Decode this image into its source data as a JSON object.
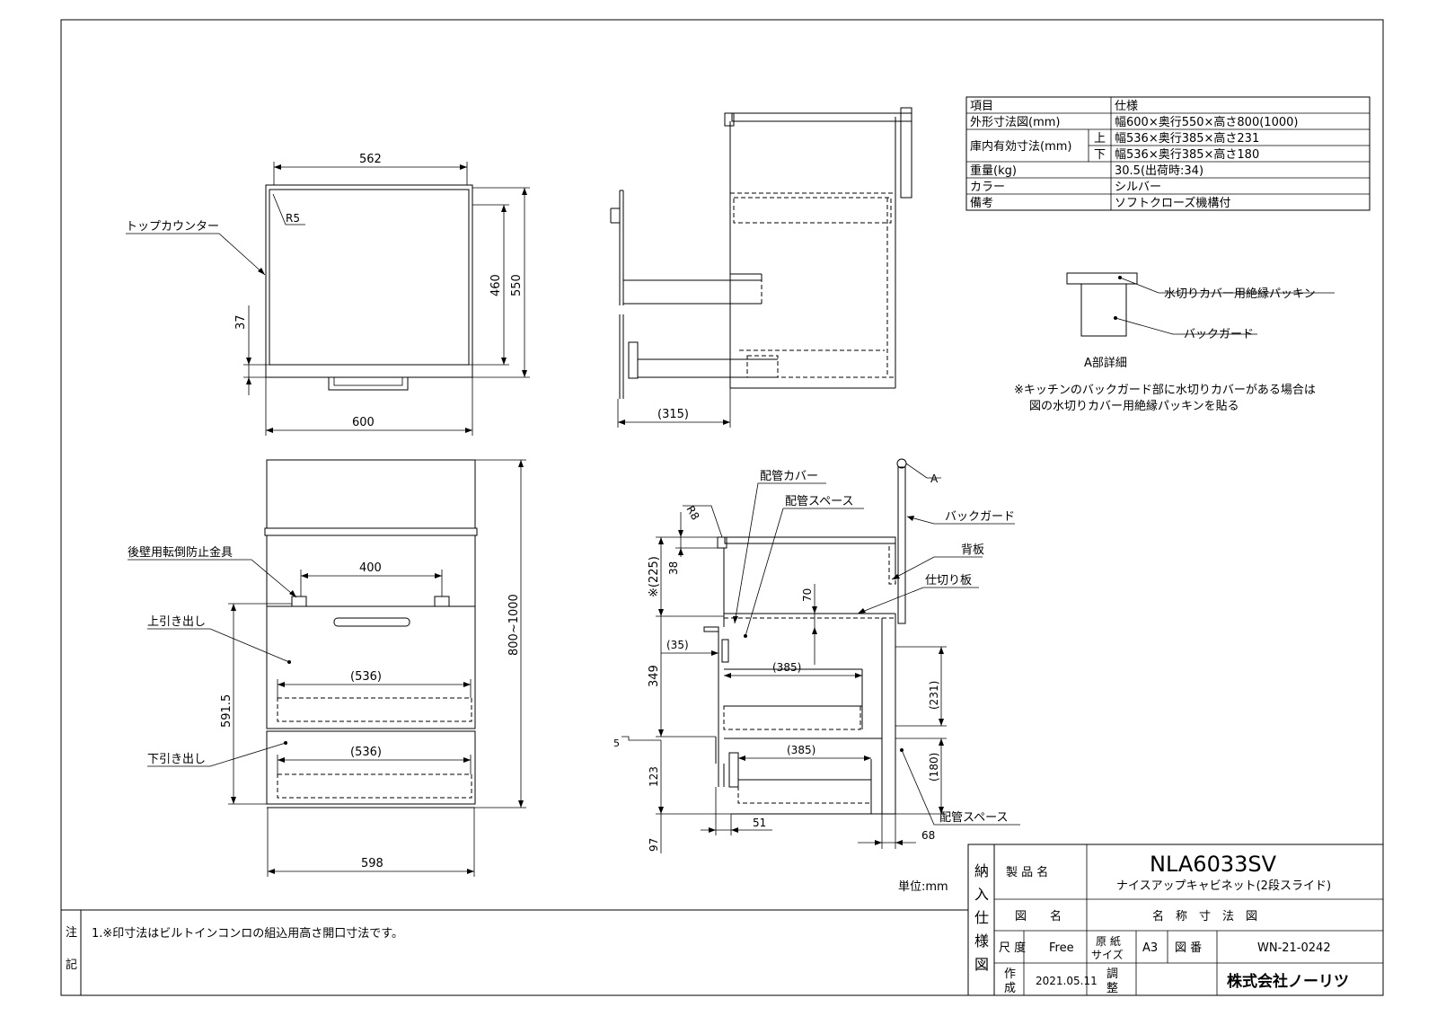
{
  "spec_table": {
    "rows": [
      {
        "item": "項目",
        "sub": "",
        "value": "仕様"
      },
      {
        "item": "外形寸法図(mm)",
        "sub": "",
        "value": "幅600×奥行550×高さ800(1000)"
      },
      {
        "item": "庫内有効寸法(mm)",
        "sub": "上",
        "value": "幅536×奥行385×高さ231"
      },
      {
        "item": "",
        "sub": "下",
        "value": "幅536×奥行385×高さ180"
      },
      {
        "item": "重量(kg)",
        "sub": "",
        "value": "30.5(出荷時:34)"
      },
      {
        "item": "カラー",
        "sub": "",
        "value": "シルバー"
      },
      {
        "item": "備考",
        "sub": "",
        "value": "ソフトクローズ機構付"
      }
    ]
  },
  "detail_a": {
    "label1": "水切りカバー用絶縁パッキン",
    "label2": "バックガード",
    "title": "A部詳細",
    "note1": "※キッチンのバックガード部に水切りカバーがある場合は",
    "note2": "図の水切りカバー用絶縁パッキンを貼る"
  },
  "top_view": {
    "dim_top": "562",
    "dim_bottom": "600",
    "dim_460": "460",
    "dim_550": "550",
    "dim_37": "37",
    "r5": "R5",
    "label_counter": "トップカウンター"
  },
  "side_view": {
    "dim_315": "(315)"
  },
  "front_view": {
    "label_bracket": "後壁用転倒防止金具",
    "label_upper": "上引き出し",
    "label_lower": "下引き出し",
    "dim_400": "400",
    "dim_536a": "(536)",
    "dim_536b": "(536)",
    "dim_5915": "591.5",
    "dim_height": "800~1000",
    "dim_598": "598"
  },
  "section_view": {
    "r8": "R8",
    "a": "A",
    "label_pipe_cover": "配管カバー",
    "label_pipe_space": "配管スペース",
    "label_backguard": "バックガード",
    "label_backboard": "背板",
    "label_partition": "仕切り板",
    "label_pipe_space2": "配管スペース",
    "dim_225": "※(225)",
    "dim_38": "38",
    "dim_70": "70",
    "dim_35": "(35)",
    "dim_349": "349",
    "dim_385a": "(385)",
    "dim_231": "(231)",
    "dim_5": "5",
    "dim_123": "123",
    "dim_385b": "(385)",
    "dim_180": "(180)",
    "dim_97": "97",
    "dim_51": "51",
    "dim_68": "68"
  },
  "unit": "単位:mm",
  "notes": {
    "heading1": "注",
    "heading2": "記",
    "text": "1.※印寸法はビルトインコンロの組込用高さ開口寸法です。"
  },
  "title_block": {
    "side_label": [
      "納",
      "入",
      "仕",
      "様",
      "図"
    ],
    "product_label": "製 品 名",
    "product_code": "NLA6033SV",
    "product_name": "ナイスアップキャビネット(2段スライド)",
    "drawing_label": "図　　名",
    "drawing_name": "名　称　寸　法　図",
    "scale_label": "尺 度",
    "scale_value": "Free",
    "paper_label1": "原 紙",
    "paper_label2": "サイズ",
    "paper_value": "A3",
    "number_label": "図 番",
    "number_value": "WN-21-0242",
    "created_label1": "作",
    "created_label2": "成",
    "created_value": "2021.05.11",
    "check_label1": "調",
    "check_label2": "整",
    "company": "株式会社ノーリツ"
  }
}
